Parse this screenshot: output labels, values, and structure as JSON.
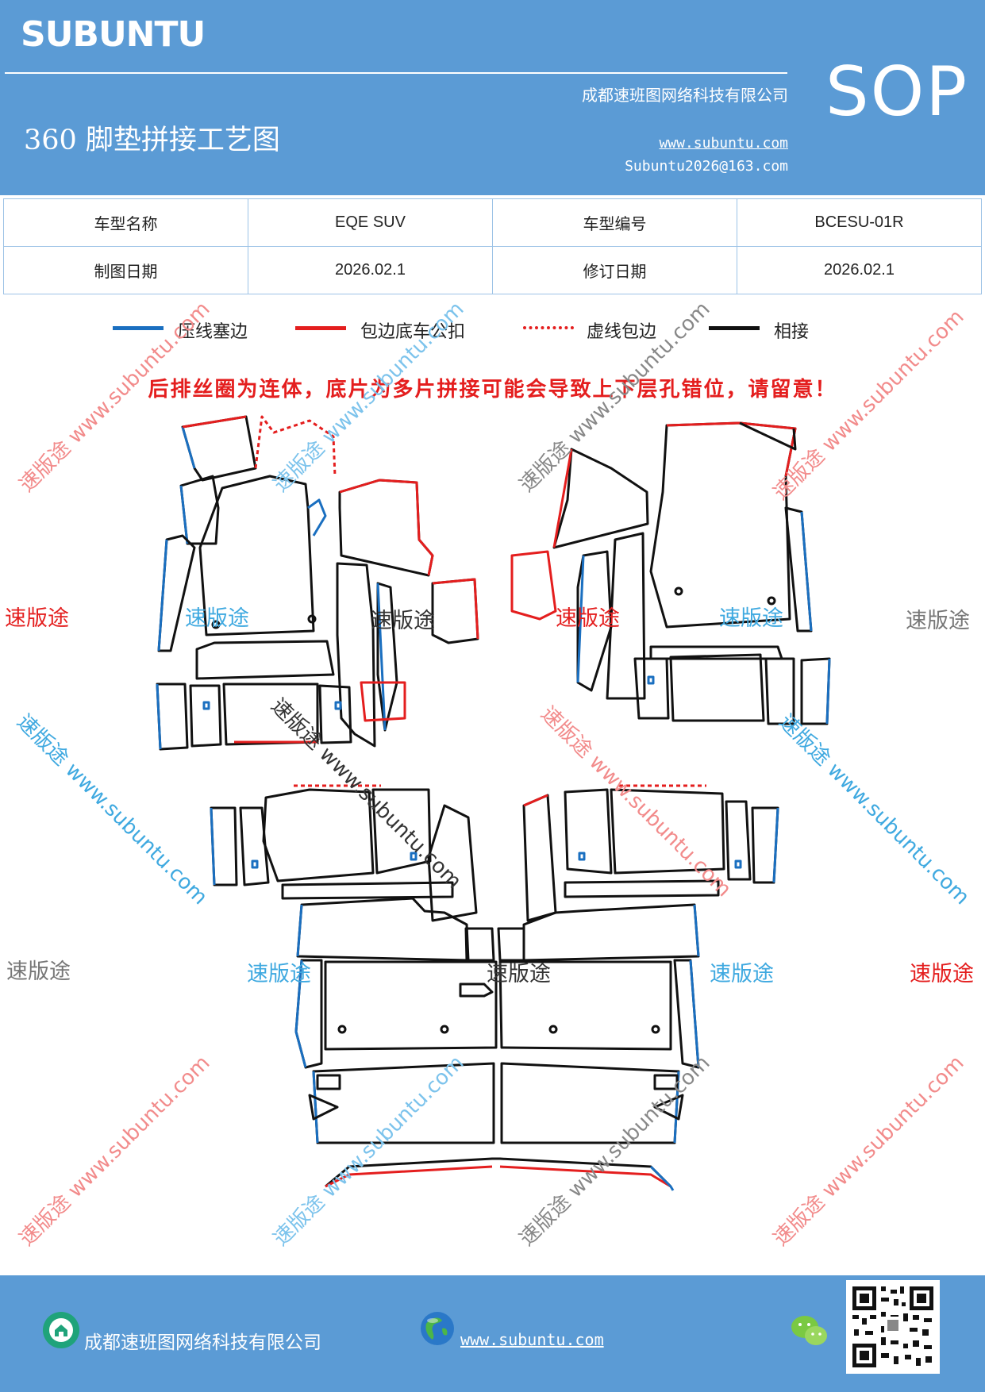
{
  "header": {
    "logo": "SUBUNTU",
    "company": "成都速班图网络科技有限公司",
    "title": "360 脚垫拼接工艺图",
    "website": "www.subuntu.com",
    "email": "Subuntu2026@163.com",
    "sop": "SOP"
  },
  "info_table": {
    "rows": [
      {
        "label1": "车型名称",
        "value1": "EQE SUV",
        "label2": "车型编号",
        "value2": "BCESU-01R"
      },
      {
        "label1": "制图日期",
        "value1": "2026.02.1",
        "label2": "修订日期",
        "value2": "2026.02.1"
      }
    ]
  },
  "legend": [
    {
      "label": "压线塞边",
      "color": "#1a6fc0",
      "style": "solid"
    },
    {
      "label": "包边底车公扣",
      "color": "#e41e1e",
      "style": "solid"
    },
    {
      "label": "虚线包边",
      "color": "#e41e1e",
      "style": "dotted"
    },
    {
      "label": "相接",
      "color": "#111111",
      "style": "solid"
    }
  ],
  "warning": "后排丝圈为连体，底片为多片拼接可能会导致上下层孔错位，请留意！",
  "watermarks": {
    "brand": "速版途",
    "diagonal": "速版途 www.subuntu.com"
  },
  "colors": {
    "header_bg": "#5b9bd5",
    "blue_edge": "#1a6fc0",
    "red_edge": "#e41e1e",
    "join": "#111111"
  },
  "footer": {
    "company": "成都速班图网络科技有限公司",
    "website": "www.subuntu.com",
    "icons": [
      "house-icon",
      "globe-icon",
      "wechat-icon",
      "qr-code"
    ]
  }
}
